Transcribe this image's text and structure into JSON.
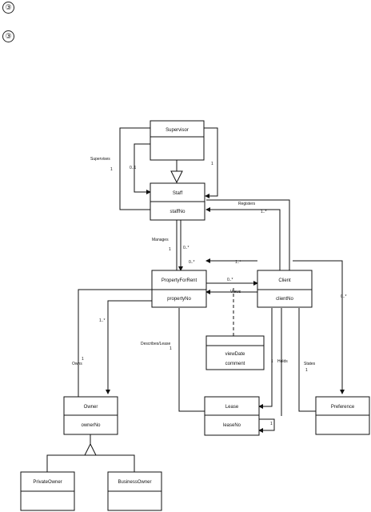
{
  "markers": [
    "③",
    "③"
  ],
  "classes": {
    "supervisor": {
      "name": "Supervisor",
      "attr": ""
    },
    "staff": {
      "name": "Staff",
      "attr": "staffNo"
    },
    "property": {
      "name": "PropertyForRent",
      "attr": "propertyNo"
    },
    "client": {
      "name": "Client",
      "attr": "clientNo"
    },
    "viewing": {
      "name": "",
      "attr1": "viewDate",
      "attr2": "comment"
    },
    "owner": {
      "name": "Owner",
      "attr": "ownerNo"
    },
    "lease": {
      "name": "Lease",
      "attr": "leaseNo"
    },
    "preference": {
      "name": "Preference",
      "attr": ""
    },
    "private_owner": {
      "name": "PrivateOwner",
      "attr": ""
    },
    "business_owner": {
      "name": "BusinessOwner",
      "attr": ""
    }
  },
  "labels": {
    "supervises": "Supervises",
    "registers": "Registers",
    "manages": "Manages",
    "views": "Views",
    "describes_lease": "Describes/Lease",
    "owns": "Owns",
    "holds": "Holds",
    "states": "States",
    "mult_one_a": "1",
    "mult_zero_one": "0..1",
    "mult_one_b": "1",
    "mult_one_star_a": "1..*",
    "mult_one_c": "1",
    "mult_zero_star_a": "0..*",
    "mult_zero_star_b": "0..*",
    "mult_one_star_b": "1..*",
    "mult_zero_star_c": "0..*",
    "mult_one_d": "1",
    "mult_zero_star_d": "0..*",
    "mult_one_e": "1",
    "mult_one_f": "1",
    "mult_one_g": "1",
    "mult_one_h": "1",
    "mult_zero_star_e": "0..*"
  }
}
